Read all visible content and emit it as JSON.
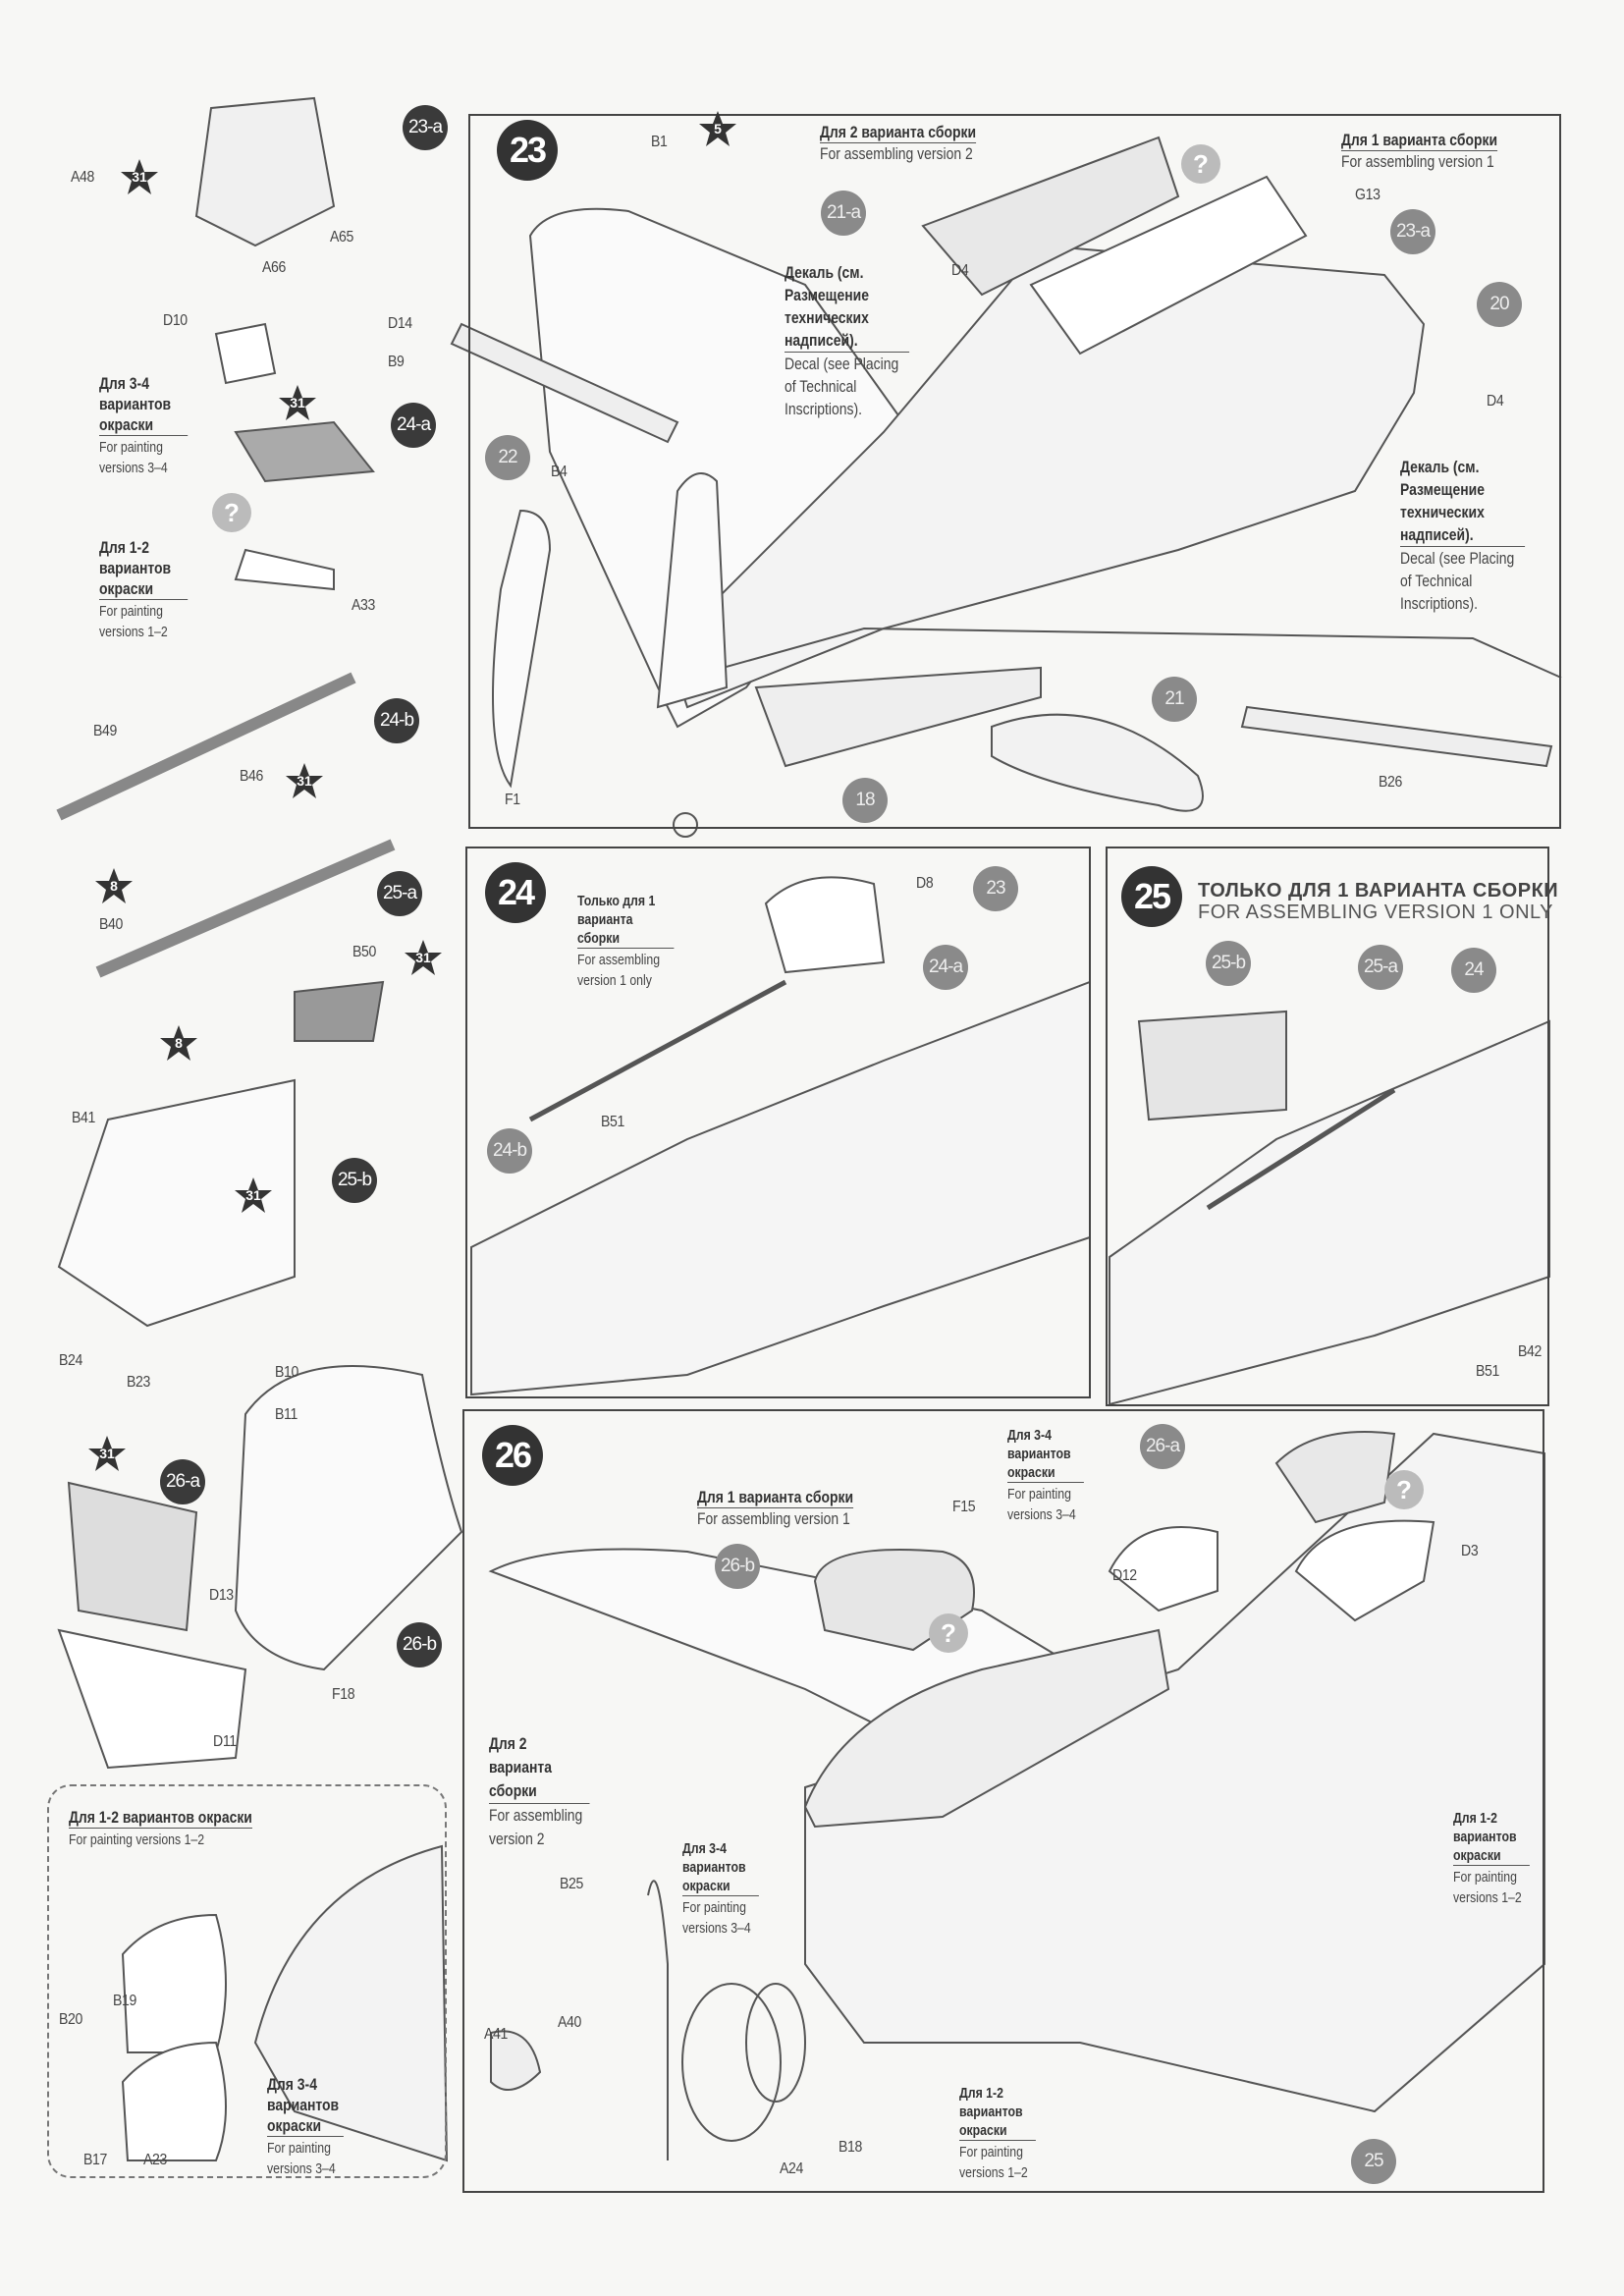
{
  "steps": {
    "s23": "23",
    "s24": "24",
    "s25": "25",
    "s26": "26"
  },
  "subassemblies": {
    "a23": "23-a",
    "a24": "24-a",
    "b24": "24-b",
    "a25": "25-a",
    "b25": "25-b",
    "a26": "26-a",
    "b26": "26-b",
    "p21a": "21-a",
    "p23a": "23-a",
    "p20": "20",
    "p22": "22",
    "p21": "21",
    "p18": "18",
    "p24a": "24-a",
    "p24b": "24-b",
    "p23": "23",
    "p25b": "25-b",
    "p25a": "25-a",
    "p24": "24",
    "p26a": "26-a",
    "p26b": "26-b",
    "p25": "25"
  },
  "question_mark": "?",
  "stars": {
    "s31": "31",
    "s5": "5",
    "s8": "8"
  },
  "parts": {
    "A48": "A48",
    "A65": "A65",
    "A66": "A66",
    "D10": "D10",
    "D14": "D14",
    "B9": "B9",
    "A33": "A33",
    "B49": "B49",
    "B46": "B46",
    "B40": "B40",
    "B50": "B50",
    "B41": "B41",
    "B24": "B24",
    "B23": "B23",
    "B10": "B10",
    "B11": "B11",
    "D13": "D13",
    "F18": "F18",
    "D11": "D11",
    "B19": "B19",
    "B20": "B20",
    "B17": "B17",
    "A23": "A23",
    "B1": "B1",
    "G13": "G13",
    "D4": "D4",
    "B4": "B4",
    "F1": "F1",
    "B26": "B26",
    "D8": "D8",
    "B51": "B51",
    "B42": "B42",
    "F15": "F15",
    "D12": "D12",
    "D3": "D3",
    "B25": "B25",
    "A41": "A41",
    "A40": "A40",
    "A24": "A24",
    "B18": "B18"
  },
  "notes": {
    "paint34_ru": "Для 3-4 вариантов окраски",
    "paint34_en": "For painting versions 3–4",
    "paint12_ru": "Для 1-2 вариантов окраски",
    "paint12_en": "For painting versions 1–2",
    "asm2_ru": "Для 2 варианта сборки",
    "asm2_en": "For assembling version 2",
    "asm1_ru": "Для 1 варианта сборки",
    "asm1_en": "For assembling version 1",
    "decal_ru": "Декаль (см. Размещение технических надписей).",
    "decal_en": "Decal (see Placing of Technical Inscriptions).",
    "only1_ru": "Только для 1 варианта сборки",
    "only1_en": "For assembling version 1 only",
    "step25_ru": "ТОЛЬКО ДЛЯ 1 ВАРИАНТА СБОРКИ",
    "step25_en": "FOR ASSEMBLING VERSION 1 ONLY"
  }
}
